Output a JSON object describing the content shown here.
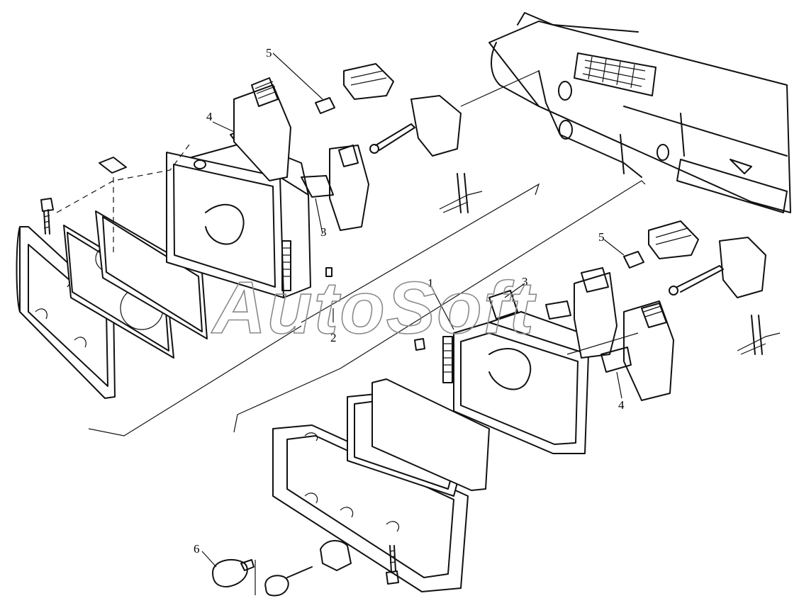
{
  "callouts": [
    {
      "id": "c5a",
      "text": "5"
    },
    {
      "id": "c4a",
      "text": "4"
    },
    {
      "id": "c3a",
      "text": "3"
    },
    {
      "id": "c2",
      "text": "2"
    },
    {
      "id": "c1",
      "text": "1"
    },
    {
      "id": "c3b",
      "text": "3"
    },
    {
      "id": "c5b",
      "text": "5"
    },
    {
      "id": "c4b",
      "text": "4"
    },
    {
      "id": "c6",
      "text": "6"
    }
  ],
  "watermark": {
    "text": "AutoSoft"
  }
}
